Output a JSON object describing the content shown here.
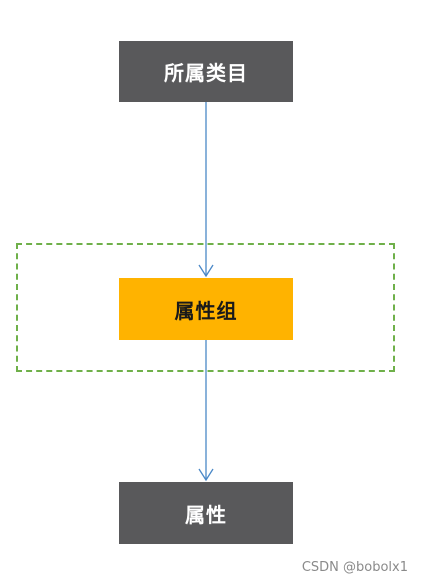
{
  "nodes": {
    "category": {
      "label": "所属类目",
      "color": "#59595b"
    },
    "group": {
      "label": "属性组",
      "color": "#ffb300"
    },
    "attribute": {
      "label": "属性",
      "color": "#59595b"
    }
  },
  "group_box": {
    "border_color": "#6fb04a",
    "style": "dashed"
  },
  "connectors": {
    "color": "#4a88c7"
  },
  "watermark": "CSDN @bobolx1"
}
